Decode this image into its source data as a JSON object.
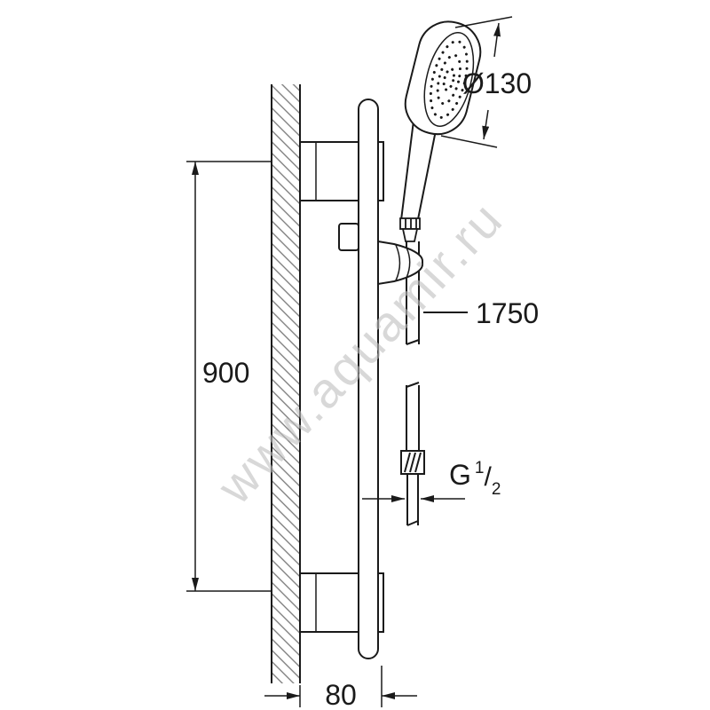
{
  "watermark": "www.aquamir.ru",
  "labels": {
    "head_diameter": "Ø130",
    "hose_length": "1750",
    "rail_height": "900",
    "wall_offset": "80",
    "thread_prefix": "G",
    "thread_sup": "1",
    "thread_slash": "/",
    "thread_sub": "2"
  }
}
